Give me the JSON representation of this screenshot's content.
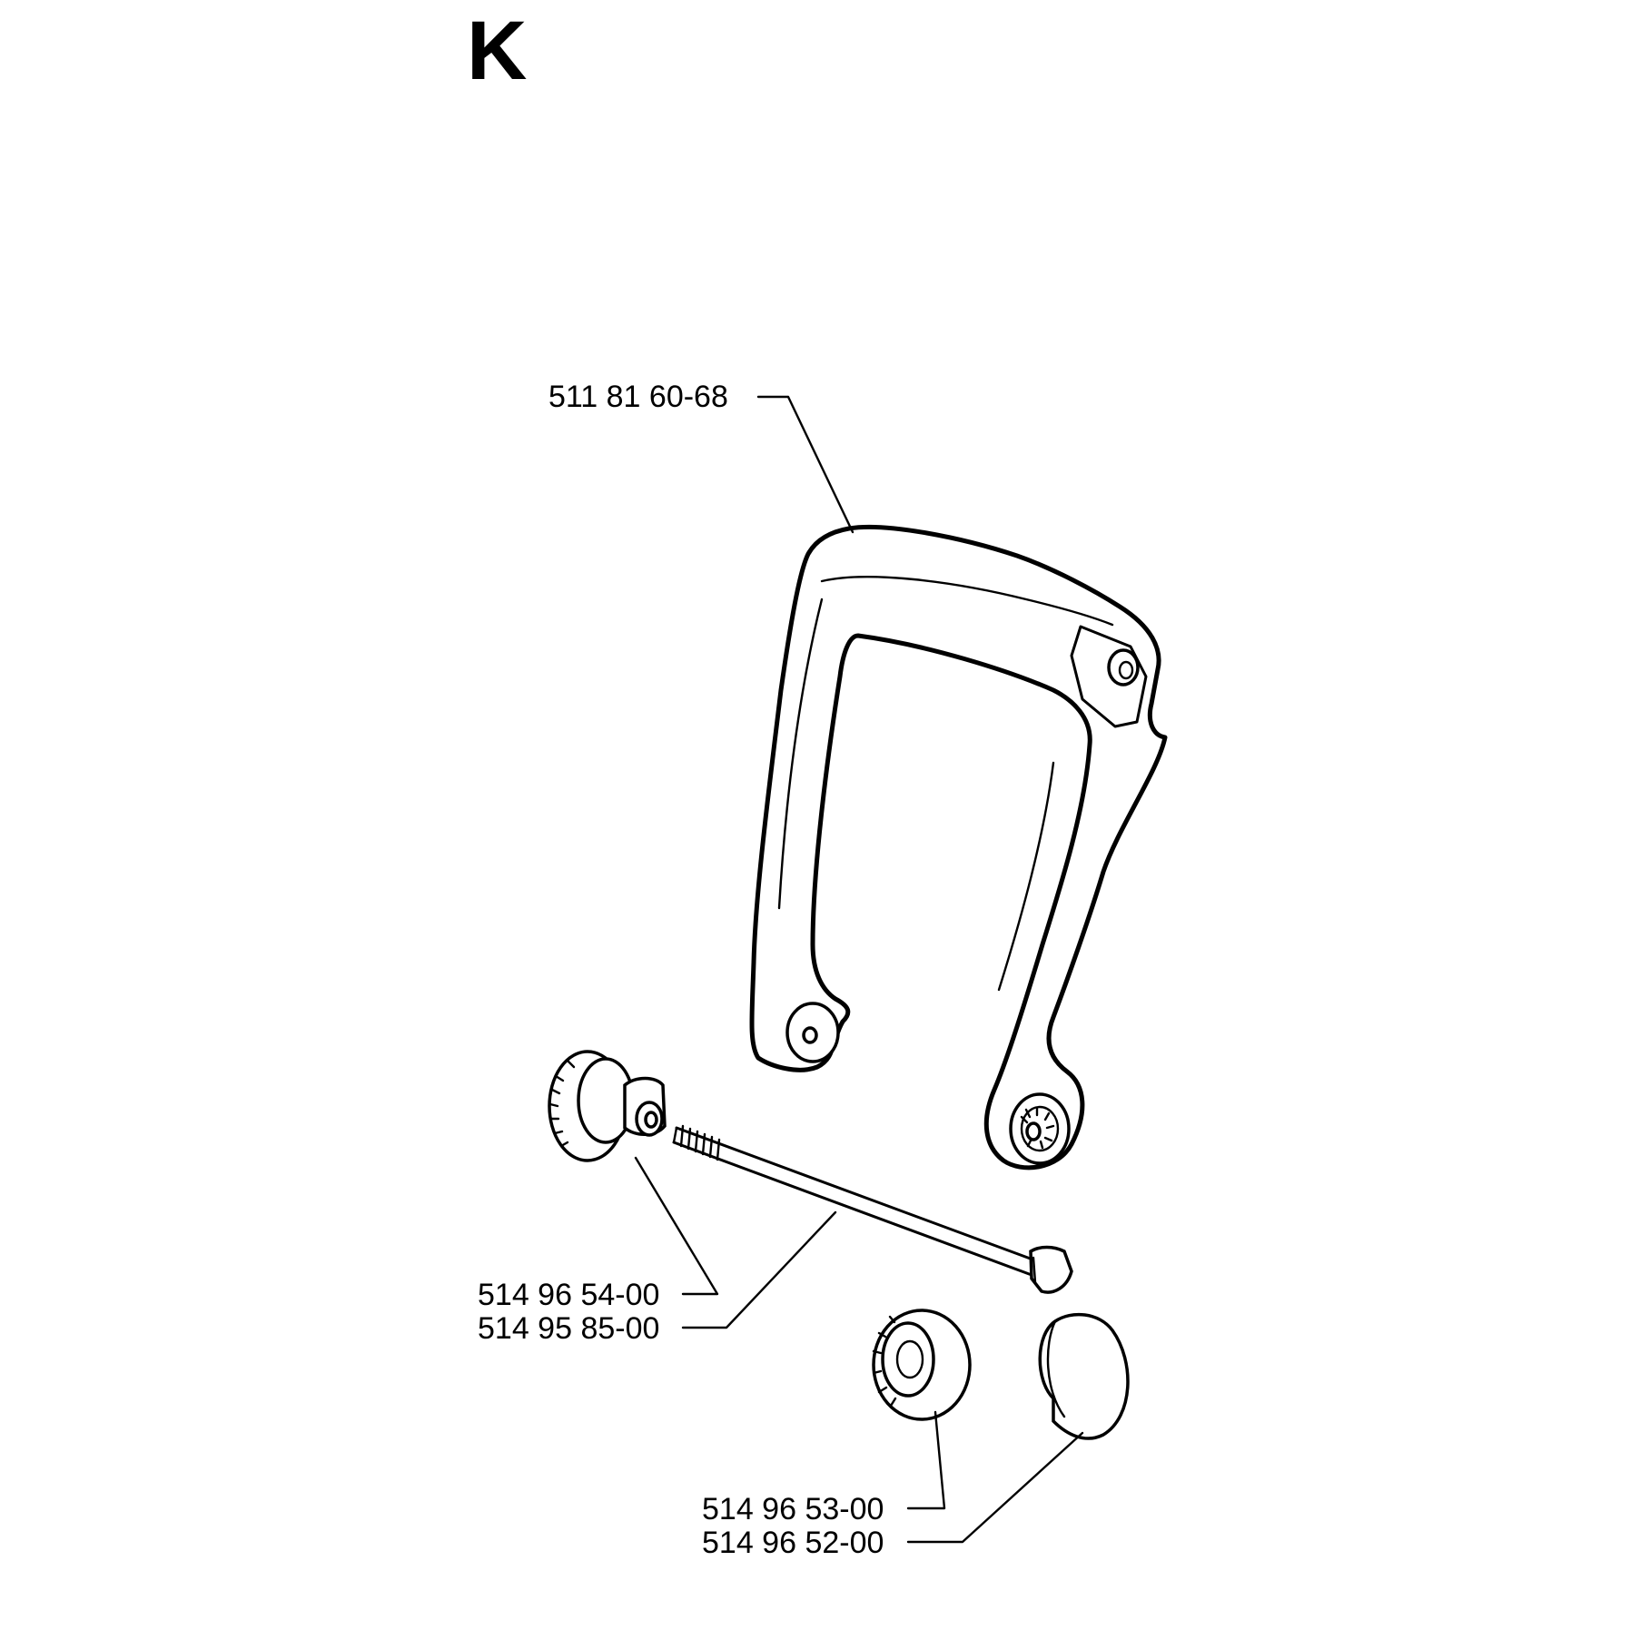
{
  "section": {
    "letter": "K"
  },
  "parts": [
    {
      "id": "handle",
      "number": "511 81 60-68",
      "icon": "front-handle-icon"
    },
    {
      "id": "knob-left",
      "number": "514 96 54-00",
      "icon": "knob-icon"
    },
    {
      "id": "bolt",
      "number": "514 95 85-00",
      "icon": "bolt-icon"
    },
    {
      "id": "knob-right",
      "number": "514 96 53-00",
      "icon": "knob-icon"
    },
    {
      "id": "cap",
      "number": "514 96 52-00",
      "icon": "cap-icon"
    }
  ]
}
